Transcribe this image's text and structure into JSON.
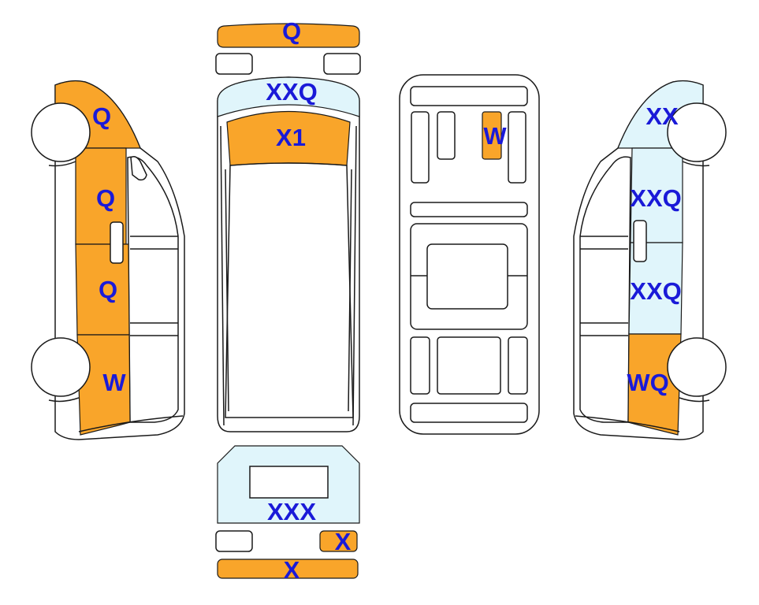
{
  "colors": {
    "damage_orange": "#f9a52a",
    "damage_light_blue": "#e0f5fb",
    "outline": "#1a1a1a",
    "label_blue": "#1a1ad8"
  },
  "labels": {
    "front_bumper": "Q",
    "windshield": "XXQ",
    "hood": "X1",
    "roof_panel": "W",
    "left_front_fender": "Q",
    "left_front_door": "Q",
    "left_rear_door": "Q",
    "left_rear_quarter": "W",
    "right_front_fender": "XX",
    "right_front_door": "XXQ",
    "right_rear_door": "XXQ",
    "right_rear_quarter": "WQ",
    "rear_door": "XXX",
    "rear_right_lamp": "X",
    "rear_bumper": "X"
  }
}
